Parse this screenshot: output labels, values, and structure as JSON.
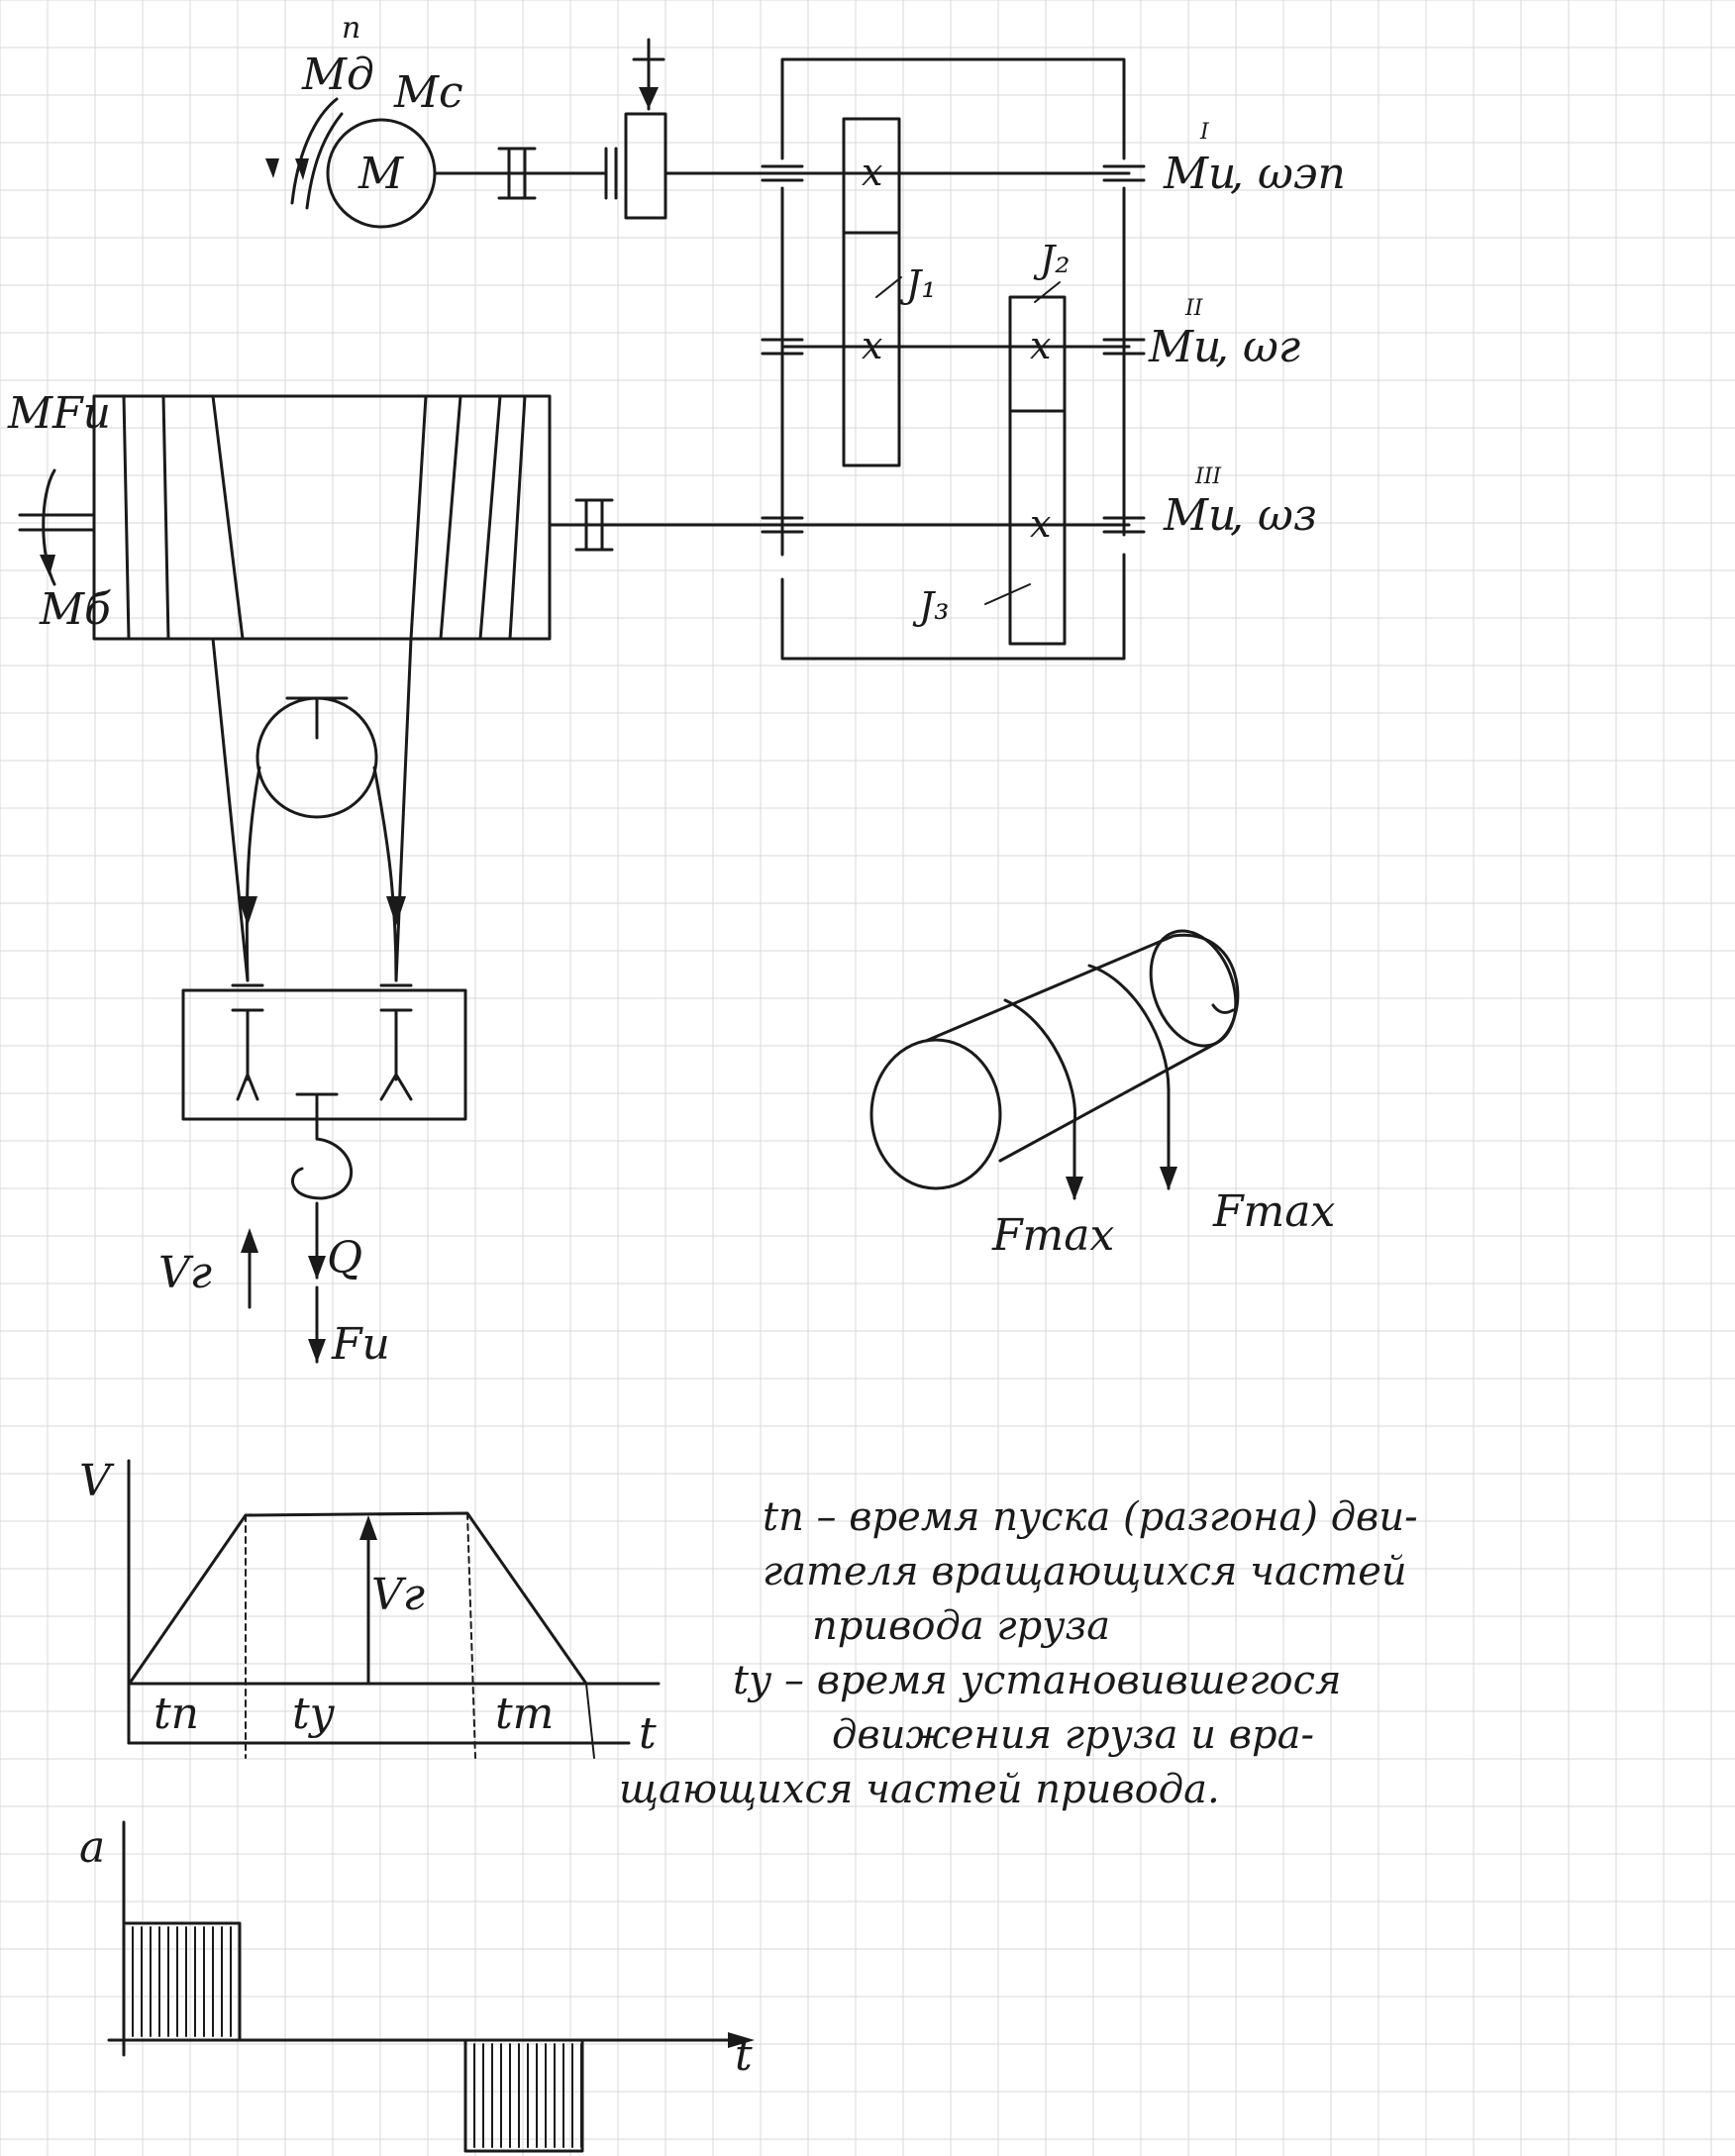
{
  "kinematic_scheme": {
    "motor_label": "M",
    "motor_torque_label": "Mд",
    "motor_torque_sup": "п",
    "resist_torque_label": "Mc",
    "gear_mark": "x",
    "shaft1_label": "Mи",
    "shaft1_sup": "I",
    "shaft1_speed": ", ωэп",
    "shaft2_label": "Mи",
    "shaft2_sup": "II",
    "shaft2_speed": ", ωг",
    "shaft3_label": "Mи",
    "shaft3_sup": "III",
    "shaft3_speed": ", ωз",
    "inertia1": "J₁",
    "inertia2": "J₂",
    "inertia3": "J₃",
    "drum_torque_top": "MFи",
    "drum_torque_bottom": "Mб"
  },
  "load": {
    "velocity_label": "Vг",
    "weight_label": "Q",
    "inertia_force_label": "Fи"
  },
  "drum_detail": {
    "force_left": "Fmax",
    "force_right": "Fmax"
  },
  "velocity_graph": {
    "y_axis": "V",
    "x_axis": "t",
    "value_label": "Vг",
    "interval_1": "tп",
    "interval_2": "tу",
    "interval_3": "tт"
  },
  "acceleration_graph": {
    "y_axis": "a",
    "x_axis": "t"
  },
  "notes": {
    "line1": "tп – время пуска (разгона) дви-",
    "line2": "гателя вращающихся частей",
    "line3": "привода груза",
    "line4": "tу – время установившегося",
    "line5": "движения груза и вра-",
    "line6": "щающихся частей привода."
  }
}
